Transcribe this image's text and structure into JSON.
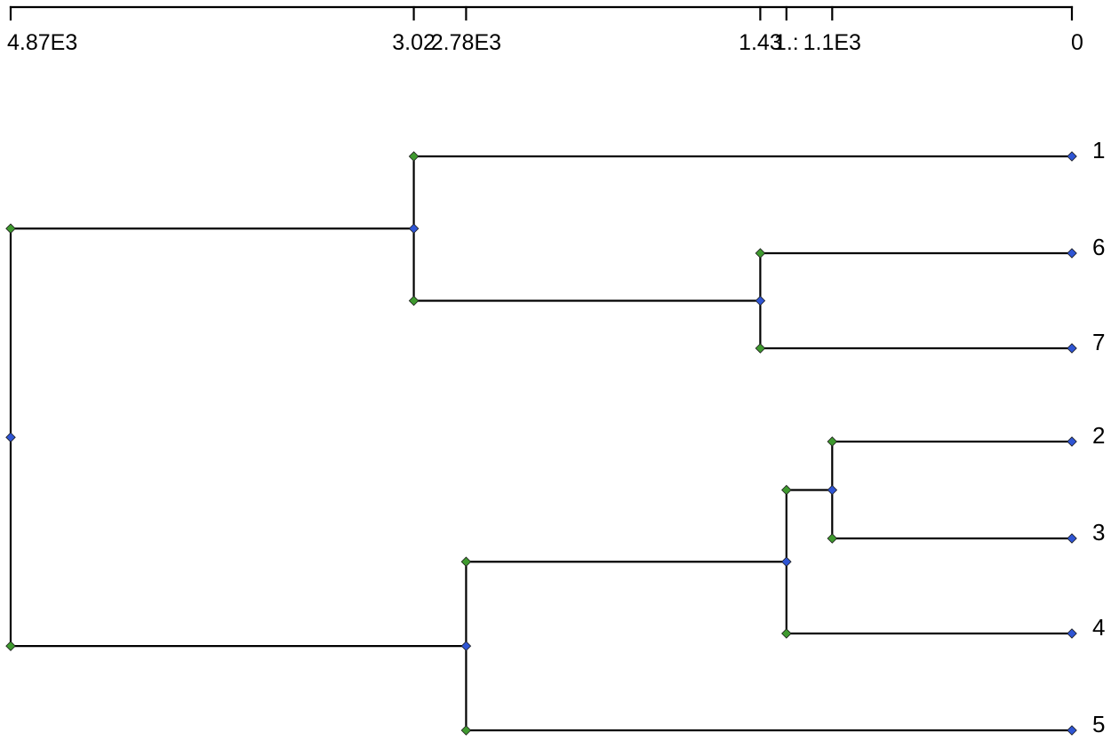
{
  "axis": {
    "ticks": [
      {
        "value": 4870,
        "label": "4.87E3"
      },
      {
        "value": 3020,
        "label": "3.02"
      },
      {
        "value": 2780,
        "label": "2.78E3"
      },
      {
        "value": 1430,
        "label": "1.43"
      },
      {
        "value": 1310,
        "label": "1.:"
      },
      {
        "value": 1100,
        "label": "1.1E3"
      },
      {
        "value": 0,
        "label": "0"
      }
    ],
    "range": [
      4870,
      0
    ]
  },
  "leaves": [
    "1",
    "6",
    "7",
    "2",
    "3",
    "4",
    "5"
  ],
  "merges": [
    {
      "left": "2",
      "right": "3",
      "height": 1100
    },
    {
      "left": "2+3",
      "right": "4",
      "height": 1310
    },
    {
      "left": "6",
      "right": "7",
      "height": 1430
    },
    {
      "left": "2+3+4",
      "right": "5",
      "height": 2780
    },
    {
      "left": "1",
      "right": "6+7",
      "height": 3020
    },
    {
      "left": "1+6+7",
      "right": "2+3+4+5",
      "height": 4870
    }
  ],
  "colors": {
    "line": "#000000",
    "parent_node": "#2f55d4",
    "child_node": "#3f9a2f",
    "background": "#ffffff"
  }
}
